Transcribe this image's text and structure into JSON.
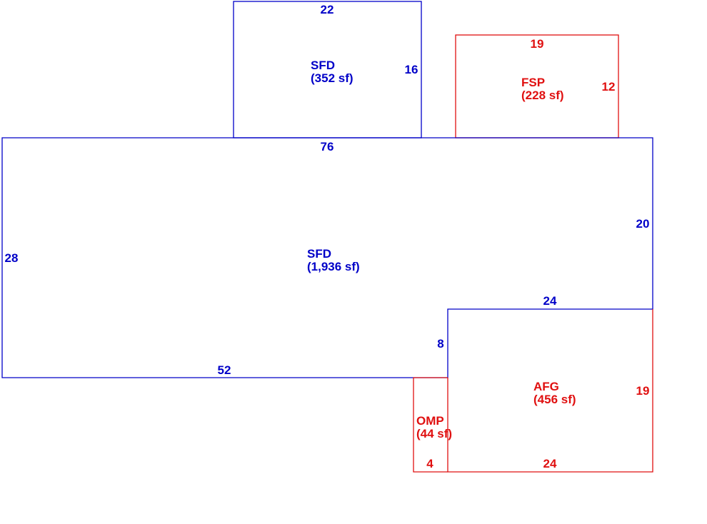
{
  "colors": {
    "structure": "#0000c8",
    "addition": "#e01010"
  },
  "areas": {
    "sfd_upper": {
      "name": "SFD",
      "area": "(352 sf)"
    },
    "sfd_main": {
      "name": "SFD",
      "area": "(1,936 sf)"
    },
    "fsp": {
      "name": "FSP",
      "area": "(228 sf)"
    },
    "afg": {
      "name": "AFG",
      "area": "(456 sf)"
    },
    "omp": {
      "name": "OMP",
      "area": "(44 sf)"
    }
  },
  "dimensions": {
    "sfd_upper_top": "22",
    "sfd_upper_right": "16",
    "fsp_top": "19",
    "fsp_right": "12",
    "main_top": "76",
    "main_right": "20",
    "main_left": "28",
    "main_step_top": "24",
    "main_step_side": "8",
    "main_bottom": "52",
    "afg_right": "19",
    "afg_bottom": "24",
    "omp_bottom": "4"
  }
}
